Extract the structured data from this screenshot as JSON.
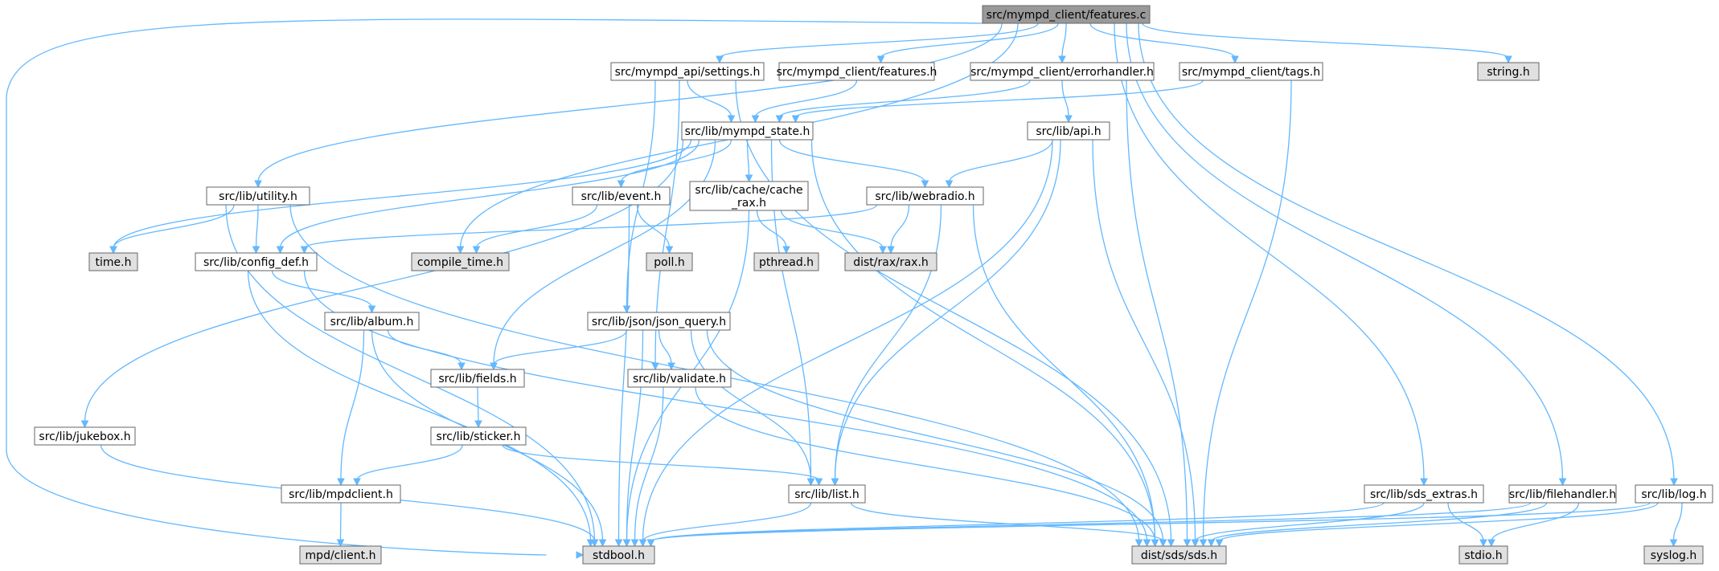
{
  "colors": {
    "edge": "#63b8ff",
    "root_fill": "#999999",
    "local_fill": "#ffffff",
    "system_fill": "#e0e0e0",
    "border": "#666666"
  },
  "nodes": {
    "features_c": "src/mympd_client/features.c",
    "settings_h": "src/mympd_api/settings.h",
    "features_h": "src/mympd_client/features.h",
    "errorhandler_h": "src/mympd_client/errorhandler.h",
    "tags_h": "src/mympd_client/tags.h",
    "string_h": "string.h",
    "mympd_state_h": "src/lib/mympd_state.h",
    "api_h": "src/lib/api.h",
    "utility_h": "src/lib/utility.h",
    "event_h": "src/lib/event.h",
    "cache_rax_h_l1": "src/lib/cache/cache",
    "cache_rax_h_l2": "_rax.h",
    "webradio_h": "src/lib/webradio.h",
    "time_h": "time.h",
    "config_def_h": "src/lib/config_def.h",
    "compile_time_h": "compile_time.h",
    "poll_h": "poll.h",
    "pthread_h": "pthread.h",
    "rax_h": "dist/rax/rax.h",
    "album_h": "src/lib/album.h",
    "json_query_h": "src/lib/json/json_query.h",
    "fields_h": "src/lib/fields.h",
    "validate_h": "src/lib/validate.h",
    "jukebox_h": "src/lib/jukebox.h",
    "sticker_h": "src/lib/sticker.h",
    "mpdclient_h": "src/lib/mpdclient.h",
    "list_h": "src/lib/list.h",
    "sds_extras_h": "src/lib/sds_extras.h",
    "filehandler_h": "src/lib/filehandler.h",
    "log_h": "src/lib/log.h",
    "mpd_client_h": "mpd/client.h",
    "stdbool_h": "stdbool.h",
    "sds_h": "dist/sds/sds.h",
    "stdio_h": "stdio.h",
    "syslog_h": "syslog.h"
  }
}
